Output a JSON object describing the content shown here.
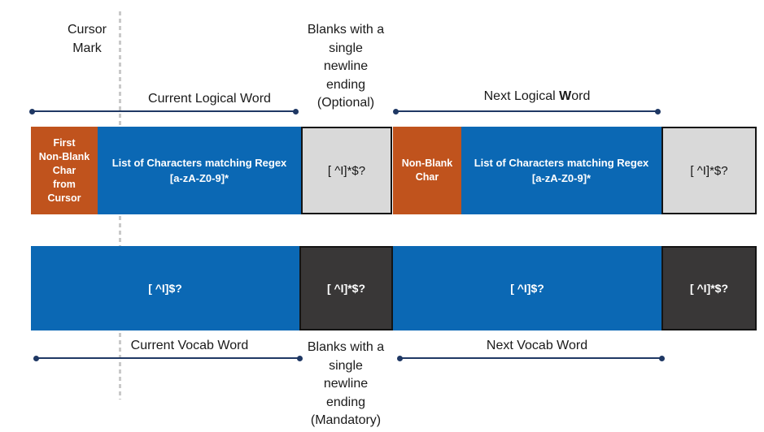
{
  "colors": {
    "orange": "#C0531D",
    "blue": "#0B68B4",
    "light_gray": "#D9D9D9",
    "dark_gray": "#393737",
    "navy_line": "#1F3864",
    "dashed_cursor_line": "#C9C9C9",
    "block_border": "#141414",
    "background": "#FFFFFF"
  },
  "annotations": {
    "cursor_mark": "Cursor\nMark",
    "blanks_optional": "Blanks with a\nsingle\nnewline\nending\n(Optional)",
    "blanks_mandatory": "Blanks with a\nsingle\nnewline\nending\n(Mandatory)"
  },
  "measures": {
    "current_logical_word": "Current Logical Word",
    "next_logical_word": {
      "prefix": "Next Logical ",
      "bold": "W",
      "suffix": "ord"
    },
    "current_vocab_word": "Current Vocab Word",
    "next_vocab_word": "Next Vocab Word"
  },
  "row1": {
    "first_non_blank_label": "First\nNon-Blank\nChar\nfrom\nCursor",
    "current_regex_label": "List of Characters matching Regex\n[a-zA-Z0-9]*",
    "current_blanks_label": "[ ^I]*$?",
    "non_blank_label": "Non-Blank\nChar",
    "next_regex_label": "List of Characters matching Regex\n[a-zA-Z0-9]*",
    "next_blanks_label": "[ ^I]*$?"
  },
  "row2": {
    "current_word_label": "[ ^I]$?",
    "current_blanks_label": "[ ^I]*$?",
    "next_word_label": "[ ^I]$?",
    "next_blanks_label": "[ ^I]*$?"
  }
}
